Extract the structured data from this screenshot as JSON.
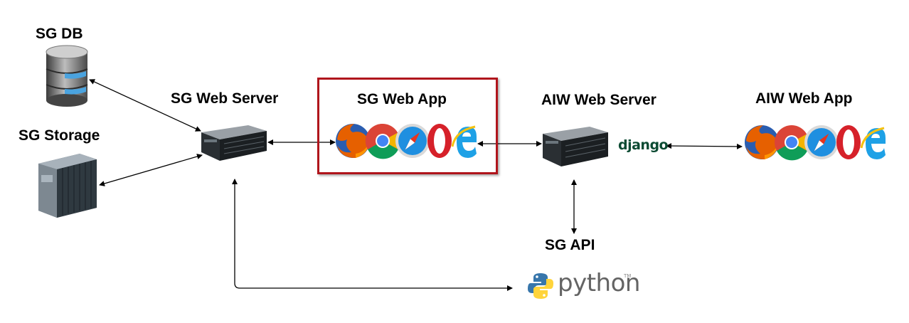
{
  "labels": {
    "sg_db": "SG DB",
    "sg_storage": "SG Storage",
    "sg_web_server": "SG Web Server",
    "sg_web_app": "SG Web App",
    "aiw_web_server": "AIW Web Server",
    "aiw_web_app": "AIW Web App",
    "sg_api": "SG API"
  },
  "logos": {
    "django": "django",
    "python": "python",
    "python_tm": "TM"
  },
  "icons": {
    "database": "database-icon",
    "storage": "storage-rack-icon",
    "server": "server-icon",
    "browsers": [
      "firefox-icon",
      "chrome-icon",
      "safari-icon",
      "opera-icon",
      "ie-icon"
    ]
  },
  "colors": {
    "highlight": "#b0151c",
    "django": "#0c4b33",
    "python_blue": "#3776ab",
    "python_yellow": "#ffd43b"
  }
}
